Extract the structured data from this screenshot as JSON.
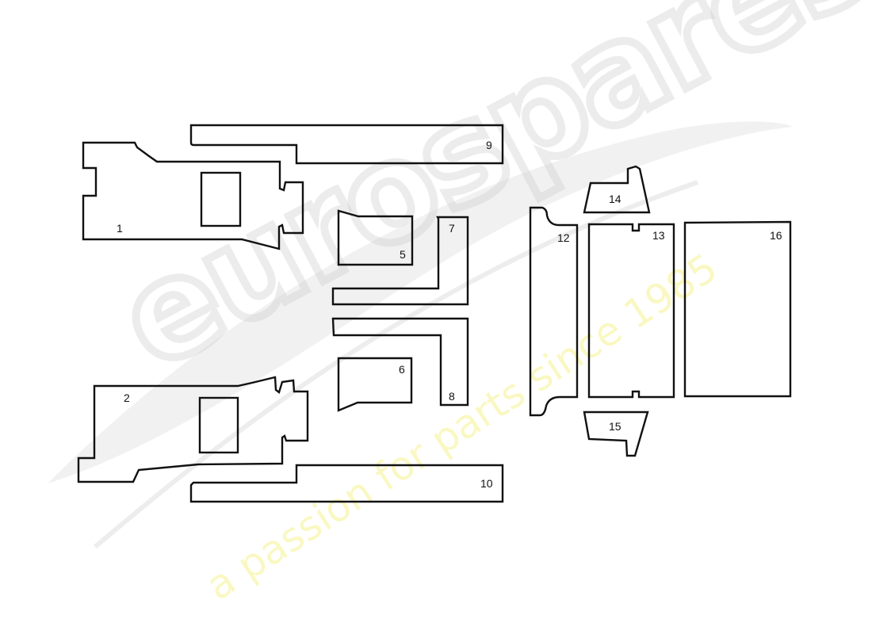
{
  "diagram": {
    "title": "",
    "type": "exploded parts diagram - carpet/insulation panels",
    "stroke_color": "#111111",
    "background": "#ffffff"
  },
  "watermark": {
    "brand": "eurospares",
    "tagline": "a passion for parts since 1985",
    "brand_color": "#d0d0d0",
    "tagline_color": "#f5f078"
  },
  "parts": [
    {
      "id": "1",
      "label": "1"
    },
    {
      "id": "2",
      "label": "2"
    },
    {
      "id": "5",
      "label": "5"
    },
    {
      "id": "6",
      "label": "6"
    },
    {
      "id": "7",
      "label": "7"
    },
    {
      "id": "8",
      "label": "8"
    },
    {
      "id": "9",
      "label": "9"
    },
    {
      "id": "10",
      "label": "10"
    },
    {
      "id": "12",
      "label": "12"
    },
    {
      "id": "13",
      "label": "13"
    },
    {
      "id": "14",
      "label": "14"
    },
    {
      "id": "15",
      "label": "15"
    },
    {
      "id": "16",
      "label": "16"
    }
  ]
}
